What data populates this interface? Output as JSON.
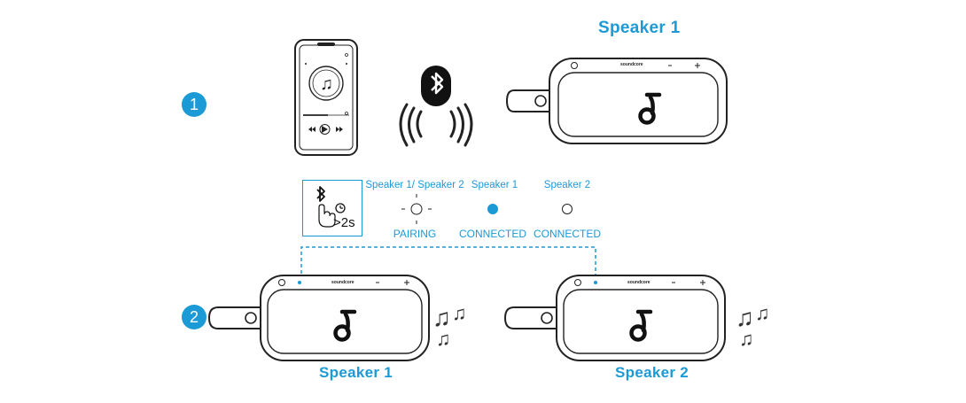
{
  "steps": {
    "step1": "1",
    "step2": "2"
  },
  "speakers": {
    "top_title": "Speaker 1",
    "bottom_left_title": "Speaker 1",
    "bottom_right_title": "Speaker 2",
    "brand_text": "soundcore"
  },
  "instruction_box": {
    "hold_label": ">2s",
    "icons": [
      "bluetooth-icon",
      "hand-press-icon",
      "clock-icon"
    ]
  },
  "indicators": [
    {
      "top_label": "Speaker 1/ Speaker 2",
      "state_label": "PAIRING",
      "indicator": "blinking"
    },
    {
      "top_label": "Speaker 1",
      "state_label": "CONNECTED",
      "indicator": "solid"
    },
    {
      "top_label": "Speaker 2",
      "state_label": "CONNECTED",
      "indicator": "off"
    }
  ],
  "colors": {
    "accent": "#1c9ad6",
    "line": "#222222"
  }
}
